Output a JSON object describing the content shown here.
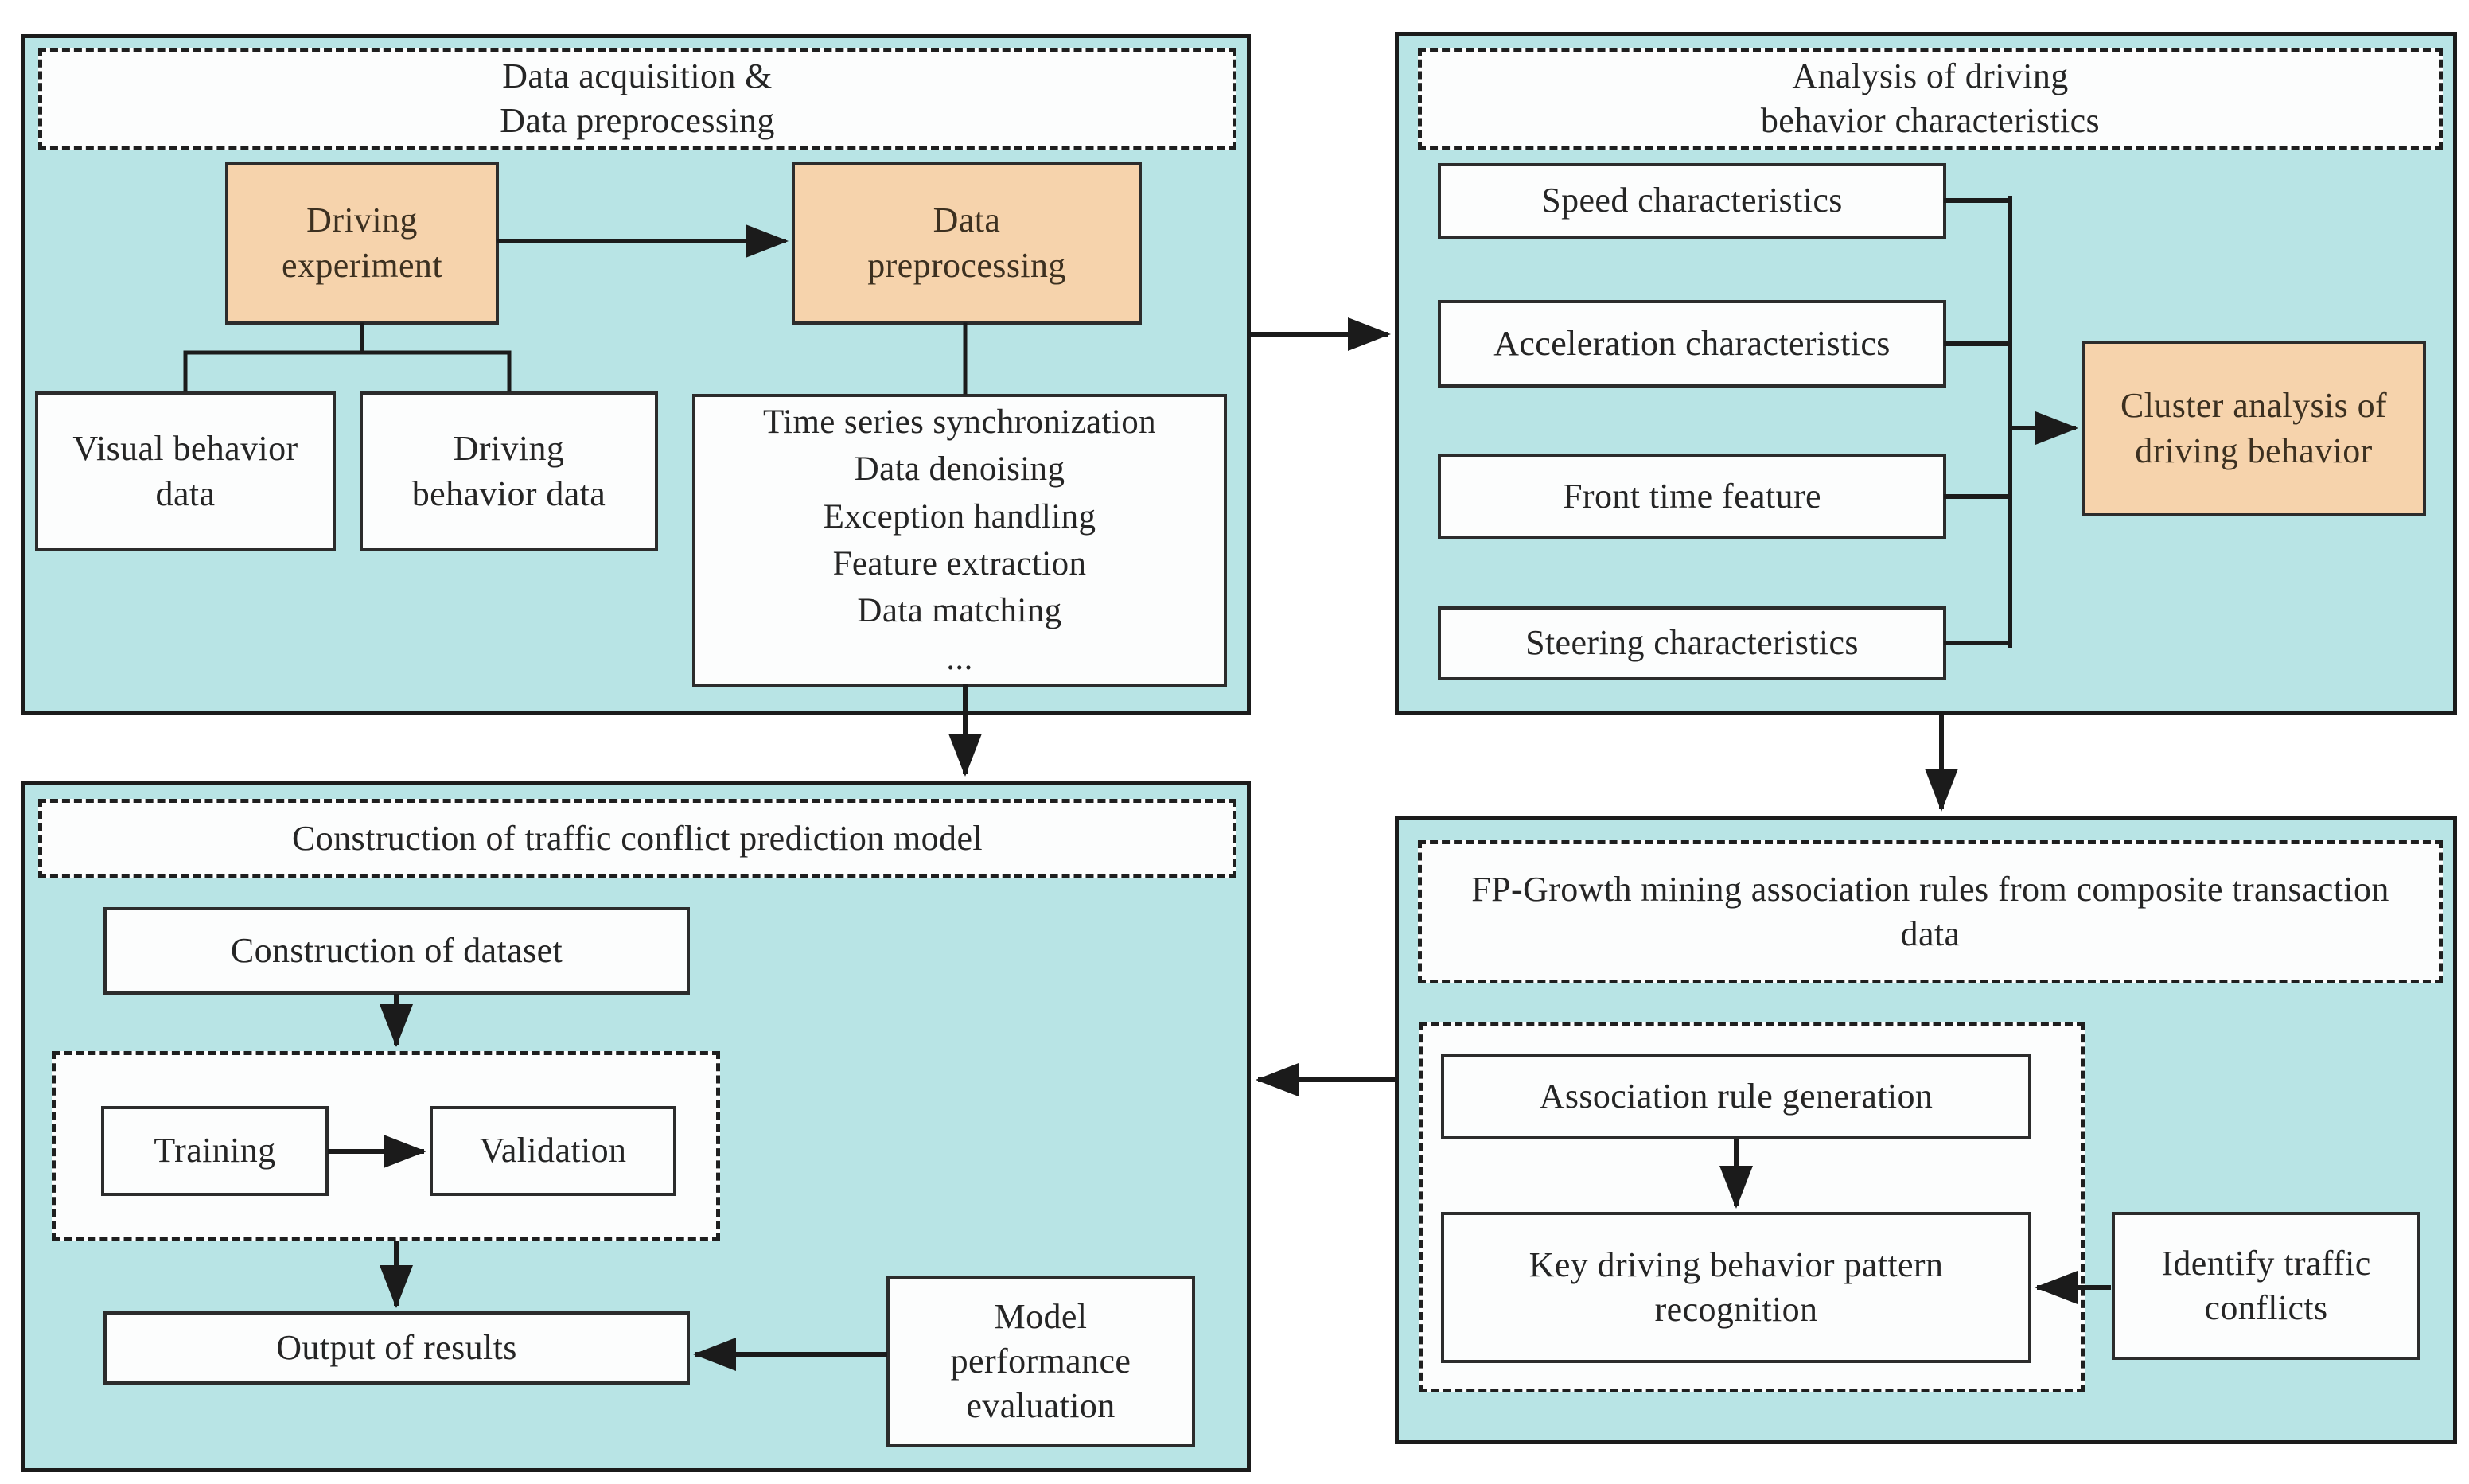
{
  "colors": {
    "panel_bg": "#b8e4e5",
    "panel_border": "#1b1b1b",
    "box_bg": "#fcfdfd",
    "box_border": "#2c2c2c",
    "accent_bg": "#f6d3ac",
    "accent_text": "#3c3020",
    "dash": "#1f1f1f",
    "line": "#1b1b1b",
    "text": "#252525"
  },
  "panel_data_acq": {
    "title": [
      "Data acquisition &",
      "Data preprocessing"
    ],
    "driving_experiment": [
      "Driving",
      "experiment"
    ],
    "data_preprocessing": [
      "Data",
      "preprocessing"
    ],
    "visual_behavior_data": [
      "Visual behavior",
      "data"
    ],
    "driving_behavior_data": [
      "Driving",
      "behavior data"
    ],
    "preprocessing_steps": [
      "Time series synchronization",
      "Data denoising",
      "Exception handling",
      "Feature extraction",
      "Data matching",
      "..."
    ]
  },
  "panel_behavior_analysis": {
    "title": [
      "Analysis of driving",
      "behavior characteristics"
    ],
    "features": [
      "Speed characteristics",
      "Acceleration characteristics",
      "Front time feature",
      "Steering characteristics"
    ],
    "cluster_analysis": [
      "Cluster analysis of",
      "driving behavior"
    ]
  },
  "panel_prediction_model": {
    "title": "Construction of traffic conflict prediction model",
    "construction_of_dataset": "Construction of dataset",
    "training": "Training",
    "validation": "Validation",
    "output_of_results": "Output of results",
    "model_performance_evaluation": [
      "Model",
      "performance",
      "evaluation"
    ]
  },
  "panel_fp_growth": {
    "title": [
      "FP-Growth mining association rules from composite transaction",
      "data"
    ],
    "association_rule_generation": "Association rule generation",
    "key_pattern_recognition": [
      "Key driving behavior pattern",
      "recognition"
    ],
    "identify_traffic_conflicts": [
      "Identify traffic",
      "conflicts"
    ]
  }
}
